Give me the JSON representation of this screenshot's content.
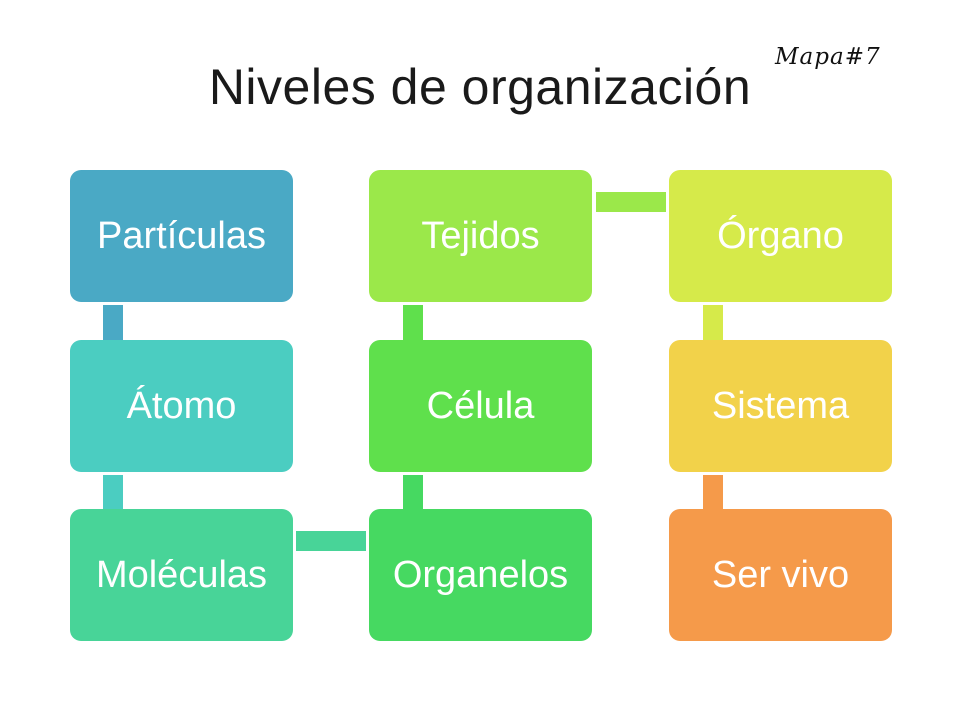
{
  "title": "Niveles de organización",
  "tag": "Mapa#7",
  "nodes": [
    {
      "label": "Partículas",
      "color": "#4aa9c5"
    },
    {
      "label": "Átomo",
      "color": "#4bcdc1"
    },
    {
      "label": "Moléculas",
      "color": "#48d498"
    },
    {
      "label": "Organelos",
      "color": "#46d961"
    },
    {
      "label": "Célula",
      "color": "#5fe04c"
    },
    {
      "label": "Tejidos",
      "color": "#9be84a"
    },
    {
      "label": "Órgano",
      "color": "#d6ea4a"
    },
    {
      "label": "Sistema",
      "color": "#f2d24a"
    },
    {
      "label": "Ser vivo",
      "color": "#f59a4a"
    }
  ],
  "connector_colors": [
    "#4aa9c5",
    "#4bcdc1",
    "#48d498",
    "#46d961",
    "#5fe04c",
    "#9be84a",
    "#d6ea4a",
    "#f59a4a"
  ]
}
